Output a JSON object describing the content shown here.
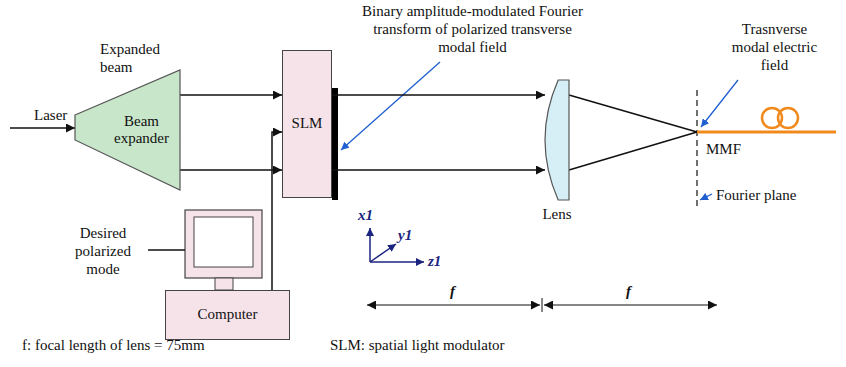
{
  "diagram": {
    "nodes": [
      {
        "text": [
          "Beam expander"
        ]
      },
      {
        "text": [
          "SLM"
        ]
      },
      {
        "text": [
          "Computer"
        ]
      },
      {
        "text": [
          "Lens"
        ]
      }
    ],
    "edges": [
      {
        "from": 0,
        "to": 1,
        "arrow": "to",
        "label": "Expanded beam"
      },
      {
        "from": 0,
        "to": 1,
        "arrow": "to"
      },
      {
        "from": 2,
        "to": 1,
        "arrow": "to"
      },
      {
        "from": 1,
        "to": 3,
        "arrow": "to"
      },
      {
        "from": 1,
        "to": 3,
        "arrow": "to"
      }
    ],
    "labels": [
      "Laser",
      "Binary amplitude-modulated Fourier transform of polarized transverse modal field",
      "Trasnverse modal electric field",
      "MMF",
      "Fourier plane",
      "Desired polarized mode",
      "x1",
      "y1",
      "z1",
      "f",
      "f",
      "f: focal length of lens = 75mm",
      "SLM: spatial light modulator"
    ]
  }
}
